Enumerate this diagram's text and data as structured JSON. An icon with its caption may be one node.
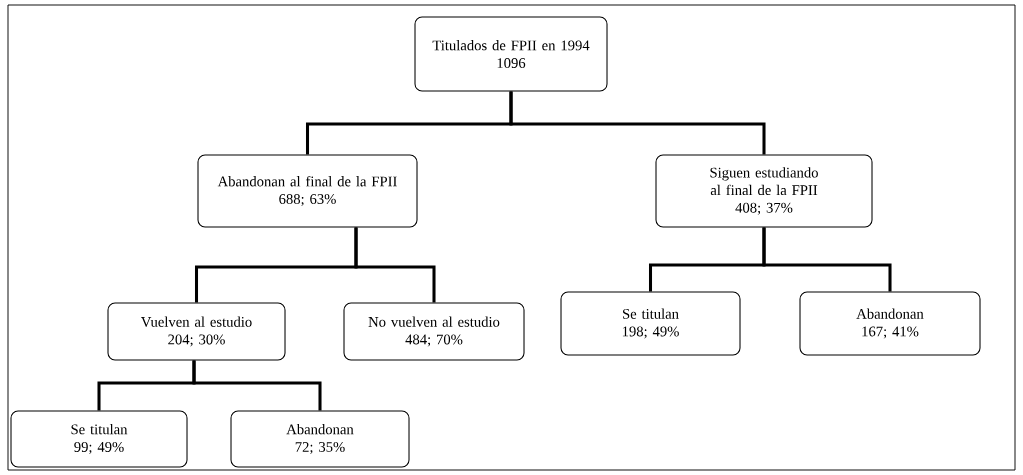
{
  "diagram": {
    "nodes": [
      {
        "text": [
          "Titulados de FPII en 1994",
          "1096"
        ]
      },
      {
        "text": [
          "Abandonan al final de la FPII",
          "688; 63%"
        ]
      },
      {
        "text": [
          "Siguen estudiando al final de la FPII",
          "408; 37%"
        ]
      },
      {
        "text": [
          "Vuelven al estudio",
          "204; 30%"
        ]
      },
      {
        "text": [
          "No vuelven al estudio",
          "484; 70%"
        ]
      },
      {
        "text": [
          "Se titulan",
          "198; 49%"
        ]
      },
      {
        "text": [
          "Abandonan",
          "167; 41%"
        ]
      },
      {
        "text": [
          "Se titulan",
          "99; 49%"
        ]
      },
      {
        "text": [
          "Abandonan",
          "72; 35%"
        ]
      }
    ],
    "edges": [
      {
        "from": 0,
        "to": 1,
        "arrow": "none"
      },
      {
        "from": 0,
        "to": 2,
        "arrow": "none"
      },
      {
        "from": 1,
        "to": 3,
        "arrow": "none"
      },
      {
        "from": 1,
        "to": 4,
        "arrow": "none"
      },
      {
        "from": 2,
        "to": 5,
        "arrow": "none"
      },
      {
        "from": 2,
        "to": 6,
        "arrow": "none"
      },
      {
        "from": 3,
        "to": 7,
        "arrow": "none"
      },
      {
        "from": 3,
        "to": 8,
        "arrow": "none"
      }
    ]
  }
}
